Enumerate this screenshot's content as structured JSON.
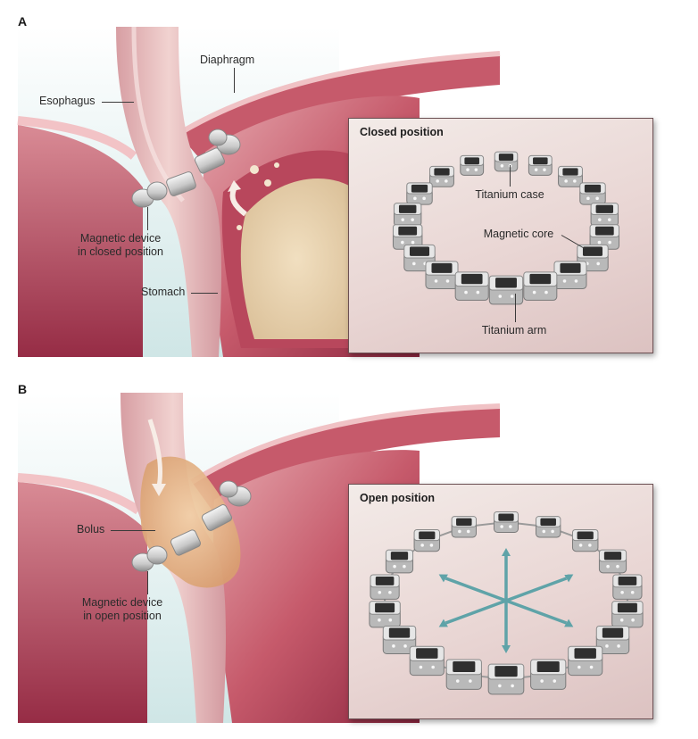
{
  "panel_a": {
    "letter": "A",
    "labels": {
      "esophagus": "Esophagus",
      "diaphragm": "Diaphragm",
      "device_line1": "Magnetic device",
      "device_line2": "in closed position",
      "stomach": "Stomach"
    },
    "inset": {
      "title": "Closed position",
      "case_label": "Titanium case",
      "core_label": "Magnetic core",
      "arm_label": "Titanium arm"
    }
  },
  "panel_b": {
    "letter": "B",
    "labels": {
      "bolus": "Bolus",
      "device_line1": "Magnetic device",
      "device_line2": "in open position"
    },
    "inset": {
      "title": "Open position"
    }
  },
  "colors": {
    "tissue_dark": "#9b2f44",
    "tissue_mid": "#c65a6b",
    "tissue_light": "#e7b3b7",
    "esophagus_pink": "#e9c4c3",
    "sky": "#cfe8e8",
    "bolus": "#e8b888",
    "bead_dark": "#3a3a3a",
    "bead_silver": "#d8d8d8",
    "arrow_teal": "#5fa3a8"
  }
}
